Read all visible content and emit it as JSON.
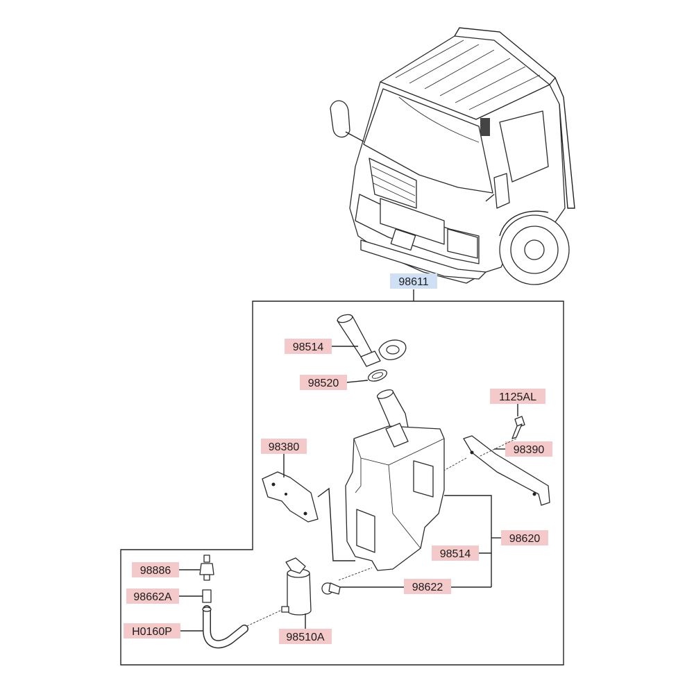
{
  "colors": {
    "callout_highlight": "#f4c9c9",
    "assembly_highlight": "#cfe0f5",
    "line": "#222222"
  },
  "callouts": {
    "assembly": "98611",
    "filler_neck": "98514",
    "seal": "98520",
    "bolt": "1125AL",
    "bracket_left": "98380",
    "bracket_right": "98390",
    "reservoir_assembly": "98620",
    "reservoir": "98514",
    "grommet": "98622",
    "nozzle": "98886",
    "connector": "98662A",
    "hose": "H0160P",
    "pump": "98510A"
  }
}
